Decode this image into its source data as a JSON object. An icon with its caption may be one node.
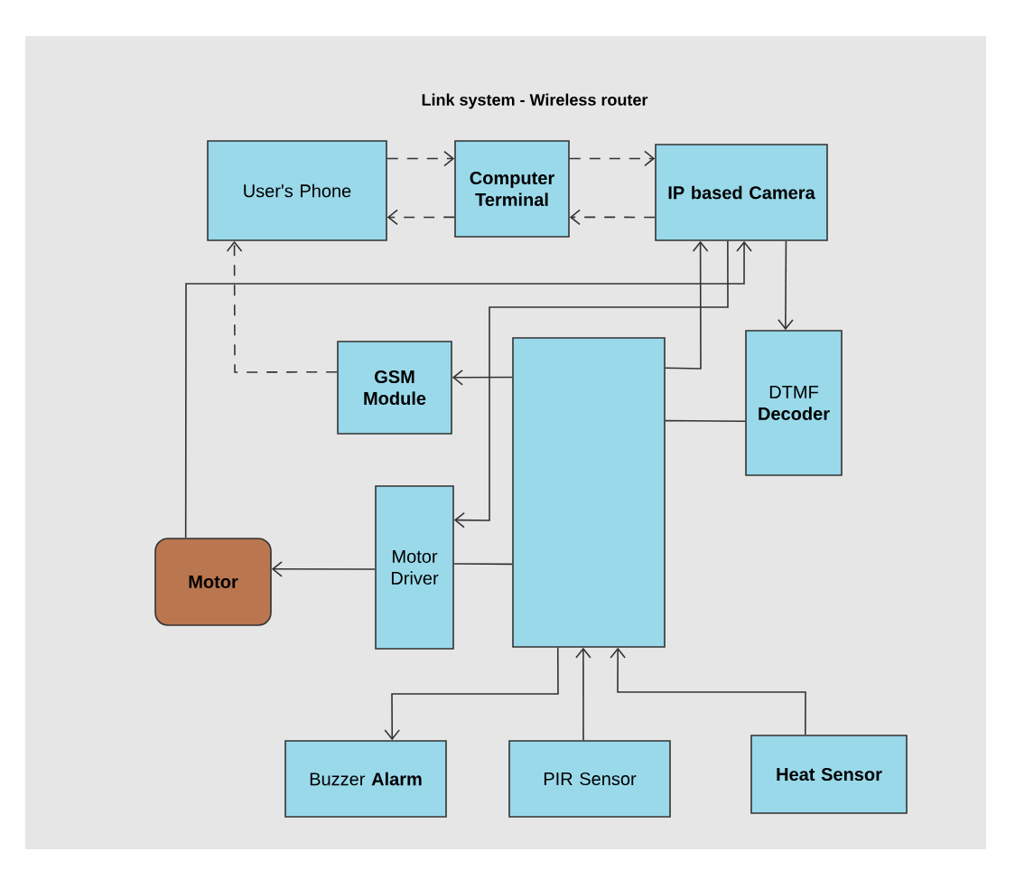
{
  "diagram": {
    "title": "Link system - Wireless router",
    "nodes": [
      {
        "text": [
          "User's Phone"
        ]
      },
      {
        "text": [
          "Computer Terminal"
        ]
      },
      {
        "text": [
          "IP based Camera"
        ]
      },
      {
        "text": [
          "GSM Module"
        ]
      },
      {
        "text": [],
        "shape": "box"
      },
      {
        "text": [
          "DTMF **Decoder**"
        ]
      },
      {
        "text": [
          "Motor Driver"
        ]
      },
      {
        "text": [
          "Motor"
        ]
      },
      {
        "text": [
          "Buzzer **Alarm**"
        ]
      },
      {
        "text": [
          "PIR Sensor"
        ]
      },
      {
        "text": [
          "Heat Sensor"
        ]
      }
    ],
    "edges": [
      {
        "from": 0,
        "to": 1,
        "arrow": "to",
        "style": "dashed"
      },
      {
        "from": 1,
        "to": 2,
        "arrow": "to",
        "style": "dashed"
      },
      {
        "from": 2,
        "to": 1,
        "arrow": "to",
        "style": "dashed"
      },
      {
        "from": 1,
        "to": 0,
        "arrow": "to",
        "style": "dashed"
      },
      {
        "from": 2,
        "to": 5,
        "arrow": "to"
      },
      {
        "from": 7,
        "to": 2,
        "arrow": "to"
      },
      {
        "from": 2,
        "to": 6,
        "arrow": "to"
      },
      {
        "from": 4,
        "to": 2,
        "arrow": "to"
      },
      {
        "from": 4,
        "to": 3,
        "arrow": "to"
      },
      {
        "from": 3,
        "to": 0,
        "arrow": "to",
        "style": "dashed"
      },
      {
        "from": 5,
        "to": 4,
        "arrow": "none"
      },
      {
        "from": 6,
        "to": 4,
        "arrow": "none"
      },
      {
        "from": 6,
        "to": 7,
        "arrow": "to"
      },
      {
        "from": 4,
        "to": 8,
        "arrow": "to"
      },
      {
        "from": 9,
        "to": 4,
        "arrow": "to"
      },
      {
        "from": 10,
        "to": 4,
        "arrow": "to"
      }
    ]
  }
}
